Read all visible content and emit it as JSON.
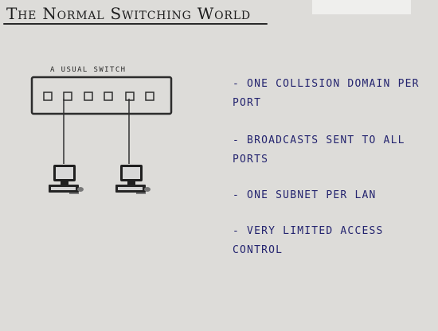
{
  "title": "The Normal Switching World",
  "switch_label": "A usual switch",
  "bullets": [
    "- One collision domain per port",
    "- Broadcasts sent to all ports",
    "- One subnet per LAN",
    "- Very limited access control"
  ],
  "colors": {
    "background": "#dddcd9",
    "text_dark": "#1f1f1f",
    "bullet_text": "#24246f"
  }
}
